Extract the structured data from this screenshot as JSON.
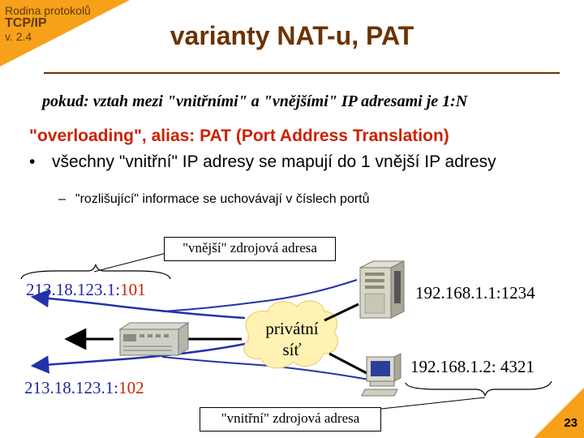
{
  "series": {
    "line1": "Rodina protokolů",
    "line2": "TCP/IP",
    "line3": "v. 2.4"
  },
  "title": "varianty NAT-u, PAT",
  "subtitle": "pokud: vztah mezi \"vnitřními\" a \"vnějšími\" IP adresami je 1:N",
  "heading": "\"overloading\", alias: PAT (Port Address Translation)",
  "bullet": {
    "marker": "•",
    "text": "všechny \"vnitřní\" IP adresy se mapují do 1 vnější IP adresy"
  },
  "subbullet": {
    "marker": "–",
    "text": "\"rozlišující\" informace se uchovávají v číslech portů"
  },
  "diagram": {
    "outer_label": "\"vnější\" zdrojová adresa",
    "inner_label": "\"vnitřní\" zdrojová adresa",
    "cloud_label_1": "privátní",
    "cloud_label_2": "síť",
    "ext1": {
      "ip": "213.18.123.1:",
      "port": "101"
    },
    "ext2": {
      "ip": "213.18.123.1:",
      "port": "102"
    },
    "int1": "192.168.1.1:1234",
    "int2": "192.168.1.2: 4321"
  },
  "colors": {
    "accent": "#F7A11A",
    "title": "#6b3300",
    "heading": "#cc2200",
    "address": "#1f2a9c",
    "port": "#cc2200"
  },
  "page_number": "23"
}
